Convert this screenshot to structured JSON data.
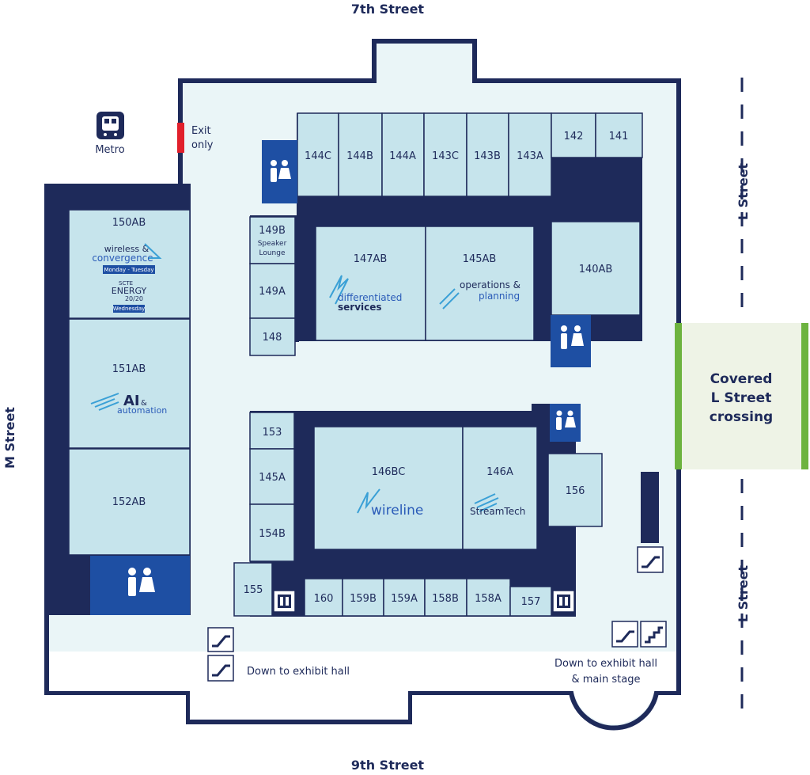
{
  "streets": {
    "north": "7th Street",
    "south": "9th Street",
    "west": "M Street",
    "east_top": "L Street",
    "east_bottom": "L Street"
  },
  "metro": {
    "label": "Metro",
    "icon": "metro-train-icon"
  },
  "exit_only": {
    "line1": "Exit",
    "line2": "only"
  },
  "crossing": {
    "line1": "Covered",
    "line2": "L Street",
    "line3": "crossing"
  },
  "rooms": {
    "r144C": "144C",
    "r144B": "144B",
    "r144A": "144A",
    "r143C": "143C",
    "r143B": "143B",
    "r143A": "143A",
    "r142": "142",
    "r141": "141",
    "r149B": "149B",
    "r149B_sub1": "Speaker",
    "r149B_sub2": "Lounge",
    "r149A": "149A",
    "r148": "148",
    "r147AB": "147AB",
    "r145AB": "145AB",
    "r140AB": "140AB",
    "r150AB": "150AB",
    "r151AB": "151AB",
    "r152AB": "152AB",
    "r153": "153",
    "r145A": "145A",
    "r154B": "154B",
    "r155": "155",
    "r146BC": "146BC",
    "r146A": "146A",
    "r156": "156",
    "r160": "160",
    "r159B": "159B",
    "r159A": "159A",
    "r158B": "158B",
    "r158A": "158A",
    "r157": "157"
  },
  "logos": {
    "wireless_line1": "wireless &",
    "wireless_line2": "convergence",
    "wireless_days": "Monday - Tuesday",
    "energy_scte": "SCTE",
    "energy_name": "ENERGY",
    "energy_year": "20/20",
    "energy_day": "Wednesday",
    "ai_main": "AI",
    "ai_amp": "&",
    "ai_sub": "automation",
    "diff_line1": "differentiated",
    "diff_line2": "services",
    "ops_line1": "operations &",
    "ops_line2": "planning",
    "wireline": "wireline",
    "streamtech": "StreamTech"
  },
  "directions": {
    "down_left": "Down to exhibit hall",
    "down_right_1": "Down to exhibit hall",
    "down_right_2": "& main stage"
  },
  "colors": {
    "navy": "#1e2a5a",
    "room": "#c6e4ec",
    "floor": "#eaf5f7",
    "restroom": "#1e4fa3",
    "exit": "#e11f2b",
    "crossing_fill": "#eef3e6",
    "crossing_border": "#6db33f"
  }
}
